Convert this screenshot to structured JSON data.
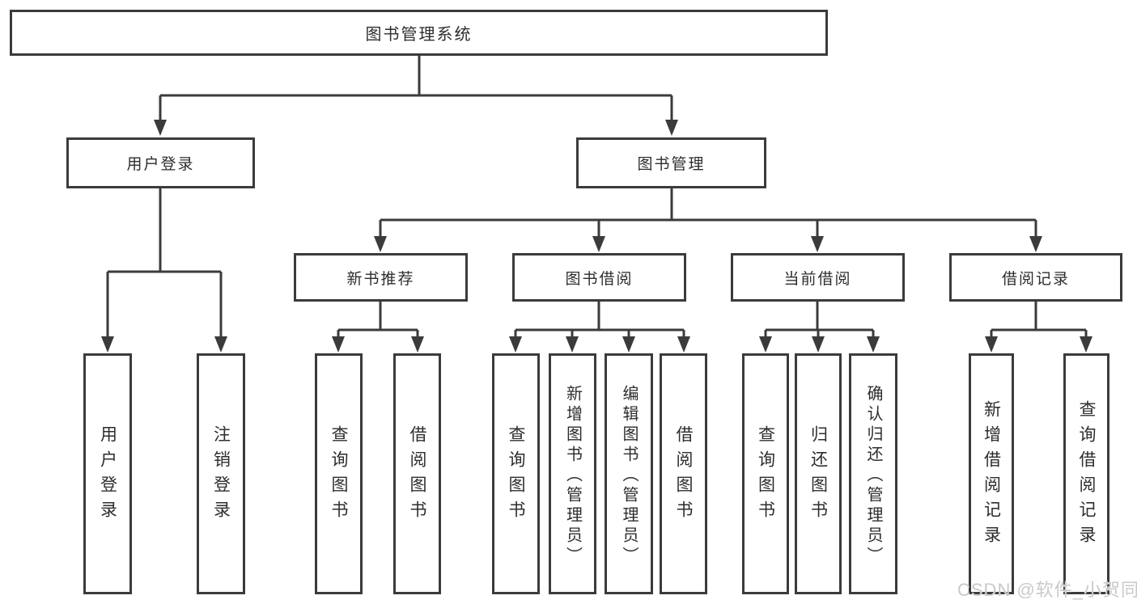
{
  "diagram": {
    "root": {
      "label": "图书管理系统"
    },
    "branches": [
      {
        "label": "用户登录",
        "leaves": [
          "用户登录",
          "注销登录"
        ]
      },
      {
        "label": "图书管理",
        "sections": [
          {
            "label": "新书推荐",
            "leaves": [
              "查询图书",
              "借阅图书"
            ]
          },
          {
            "label": "图书借阅",
            "leaves": [
              "查询图书",
              "新增图书（管理员）",
              "编辑图书（管理员）",
              "借阅图书"
            ]
          },
          {
            "label": "当前借阅",
            "leaves": [
              "查询图书",
              "归还图书",
              "确认归还（管理员）"
            ]
          },
          {
            "label": "借阅记录",
            "leaves": [
              "新增借阅记录",
              "查询借阅记录"
            ]
          }
        ]
      }
    ]
  },
  "watermark": {
    "text": "CSDN @软件_小贺同学"
  },
  "colors": {
    "line": "#3b3b3b",
    "box_border": "#3b3b3b",
    "text": "#2d2d2d",
    "background": "#ffffff",
    "watermark": "#c9c9c9"
  }
}
